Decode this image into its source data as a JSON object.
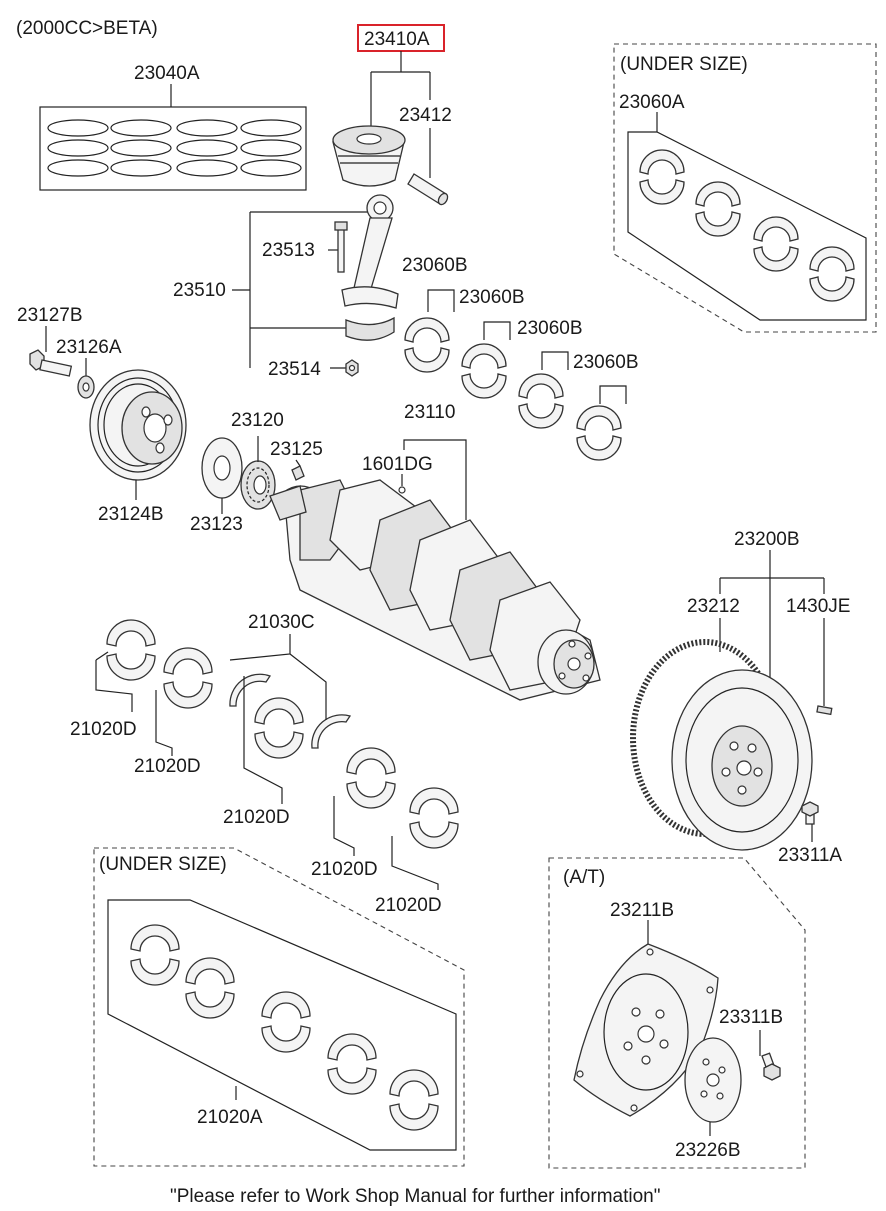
{
  "header": {
    "variant": "(2000CC>BETA)"
  },
  "highlight_color": "#d9232a",
  "groups": {
    "under_size_top": "(UNDER SIZE)",
    "under_size_bottom": "(UNDER SIZE)",
    "auto_trans": "(A/T)"
  },
  "parts": {
    "p23410A": "23410A",
    "p23040A": "23040A",
    "p23412": "23412",
    "p23060A": "23060A",
    "p23513": "23513",
    "p23510": "23510",
    "p23514": "23514",
    "p23060B_1": "23060B",
    "p23060B_2": "23060B",
    "p23060B_3": "23060B",
    "p23060B_4": "23060B",
    "p23127B": "23127B",
    "p23126A": "23126A",
    "p23120": "23120",
    "p23125": "23125",
    "p23110": "23110",
    "p1601DG": "1601DG",
    "p23124B": "23124B",
    "p23123": "23123",
    "p23200B": "23200B",
    "p23212": "23212",
    "p1430JE": "1430JE",
    "p21030C": "21030C",
    "p21020D_1": "21020D",
    "p21020D_2": "21020D",
    "p21020D_3": "21020D",
    "p21020D_4": "21020D",
    "p21020D_5": "21020D",
    "p23311A": "23311A",
    "p23211B": "23211B",
    "p23311B": "23311B",
    "p23226B": "23226B",
    "p21020A": "21020A"
  },
  "footer": {
    "note": "\"Please refer to Work Shop Manual for further information\""
  }
}
